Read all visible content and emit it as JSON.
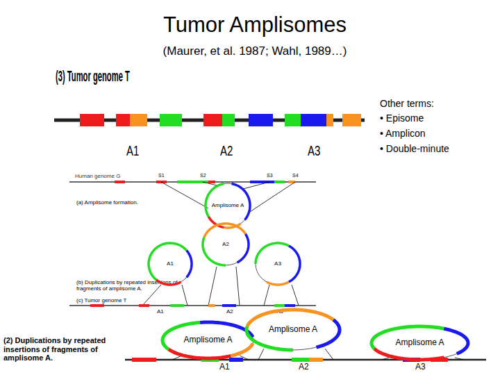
{
  "diagram": {
    "title": "Tumor Amplisomes",
    "nodes": [
      {
        "text": [
          "Amplisome A"
        ]
      },
      {
        "text": [
          "A2"
        ]
      },
      {
        "text": [
          "A1"
        ]
      },
      {
        "text": [
          "A3"
        ]
      },
      {
        "text": [
          "Amplisome A"
        ]
      },
      {
        "text": [
          "Amplisome A"
        ]
      },
      {
        "text": [
          "Amplisome A"
        ]
      }
    ],
    "labels": [
      "(Maurer, et al. 1987; Wahl, 1989…)",
      "(3) Tumor genome T",
      "A1",
      "A2",
      "A3",
      "Other terms:",
      "• Episome",
      "• Amplicon",
      "• Double-minute",
      "Human genome G",
      "S1",
      "S2",
      "S3",
      "S4",
      "(a) Amplisome formation.",
      "(b) Duplications by repeated insertions of fragments of amplisome A.",
      "(c) Tumor genome T",
      "A1",
      "A2",
      "A3",
      "(2) Duplications by repeated insertions of fragments of amplisome A.",
      "A1",
      "A2",
      "A3"
    ]
  }
}
